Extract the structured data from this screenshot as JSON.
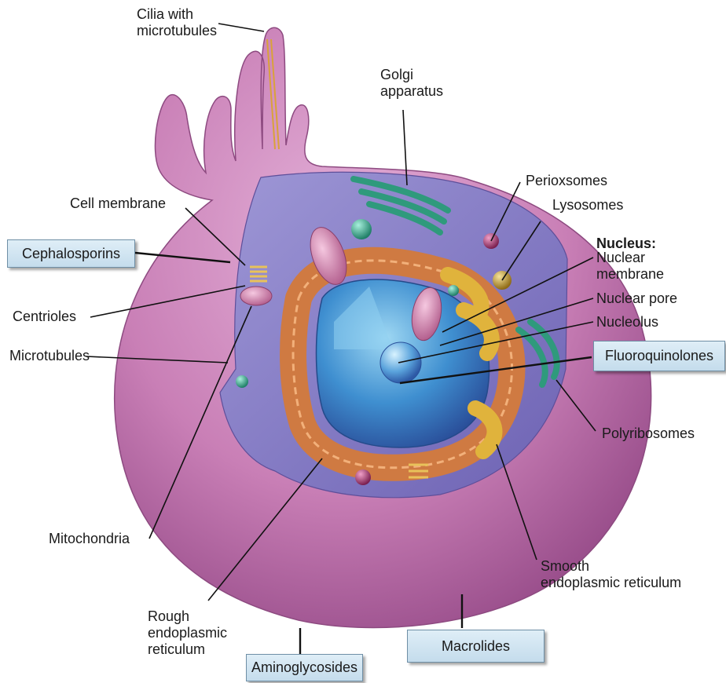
{
  "labels": {
    "cilia": "Cilia with\nmicrotubules",
    "golgi": "Golgi\napparatus",
    "peroxisomes": "Perioxsomes",
    "lysosomes": "Lysosomes",
    "cell_membrane": "Cell membrane",
    "nucleus_heading": "Nucleus:",
    "nuclear_membrane": "Nuclear\nmembrane",
    "nuclear_pore": "Nuclear pore",
    "nucleolus": "Nucleolus",
    "centrioles": "Centrioles",
    "microtubules": "Microtubules",
    "polyribosomes": "Polyribosomes",
    "mitochondria": "Mitochondria",
    "smooth_er": "Smooth\nendoplasmic reticulum",
    "rough_er": "Rough\nendoplasmic\nreticulum"
  },
  "drug_boxes": {
    "cephalosporins": "Cephalosporins",
    "fluoroquinolones": "Fluoroquinolones",
    "macrolides": "Macrolides",
    "aminoglycosides": "Aminoglycosides"
  },
  "colors": {
    "membrane": "#c77fb3",
    "cytoplasm": "#8c7fc9",
    "nucleus": "#4f9fd6",
    "rough_er": "#cf7a42",
    "smooth_er": "#e0b33c",
    "golgi": "#2f9a7c",
    "drug_box": "#cfe3f0"
  }
}
